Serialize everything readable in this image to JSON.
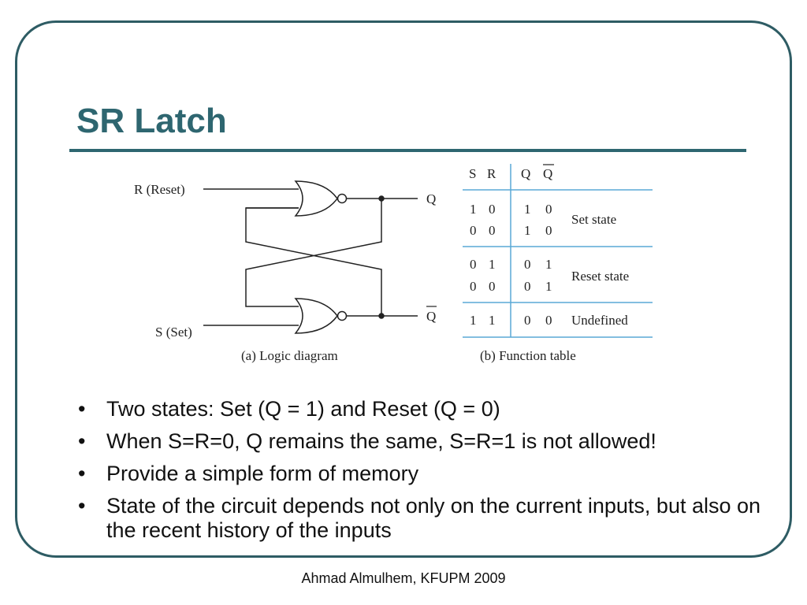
{
  "slide": {
    "title": "SR Latch",
    "footer": "Ahmad Almulhem, KFUPM 2009"
  },
  "logic_diagram": {
    "input_r": "R (Reset)",
    "input_s": "S (Set)",
    "output_q": "Q",
    "output_qbar": "Q",
    "caption": "(a) Logic diagram"
  },
  "function_table": {
    "headers": {
      "s": "S",
      "r": "R",
      "q": "Q",
      "qbar": "Q"
    },
    "rows": [
      {
        "s": "1",
        "r": "0",
        "q": "1",
        "qbar": "0"
      },
      {
        "s": "0",
        "r": "0",
        "q": "1",
        "qbar": "0"
      },
      {
        "s": "0",
        "r": "1",
        "q": "0",
        "qbar": "1"
      },
      {
        "s": "0",
        "r": "0",
        "q": "0",
        "qbar": "1"
      },
      {
        "s": "1",
        "r": "1",
        "q": "0",
        "qbar": "0"
      }
    ],
    "state_labels": [
      "Set state",
      "Reset state",
      "Undefined"
    ],
    "caption": "(b) Function table"
  },
  "bullets": [
    {
      "text": "Two states: Set (Q = 1) and Reset (Q = 0)"
    },
    {
      "text": "When S=R=0, Q remains the same, S=R=1 is not allowed!"
    },
    {
      "text": "Provide a simple form of memory"
    },
    {
      "text": "State of the circuit depends not only on the current inputs, but also on the recent history of the inputs"
    }
  ],
  "colors": {
    "frame": "#2e5c64",
    "title": "#2e6670",
    "table_rules": "#5aa9d6"
  }
}
